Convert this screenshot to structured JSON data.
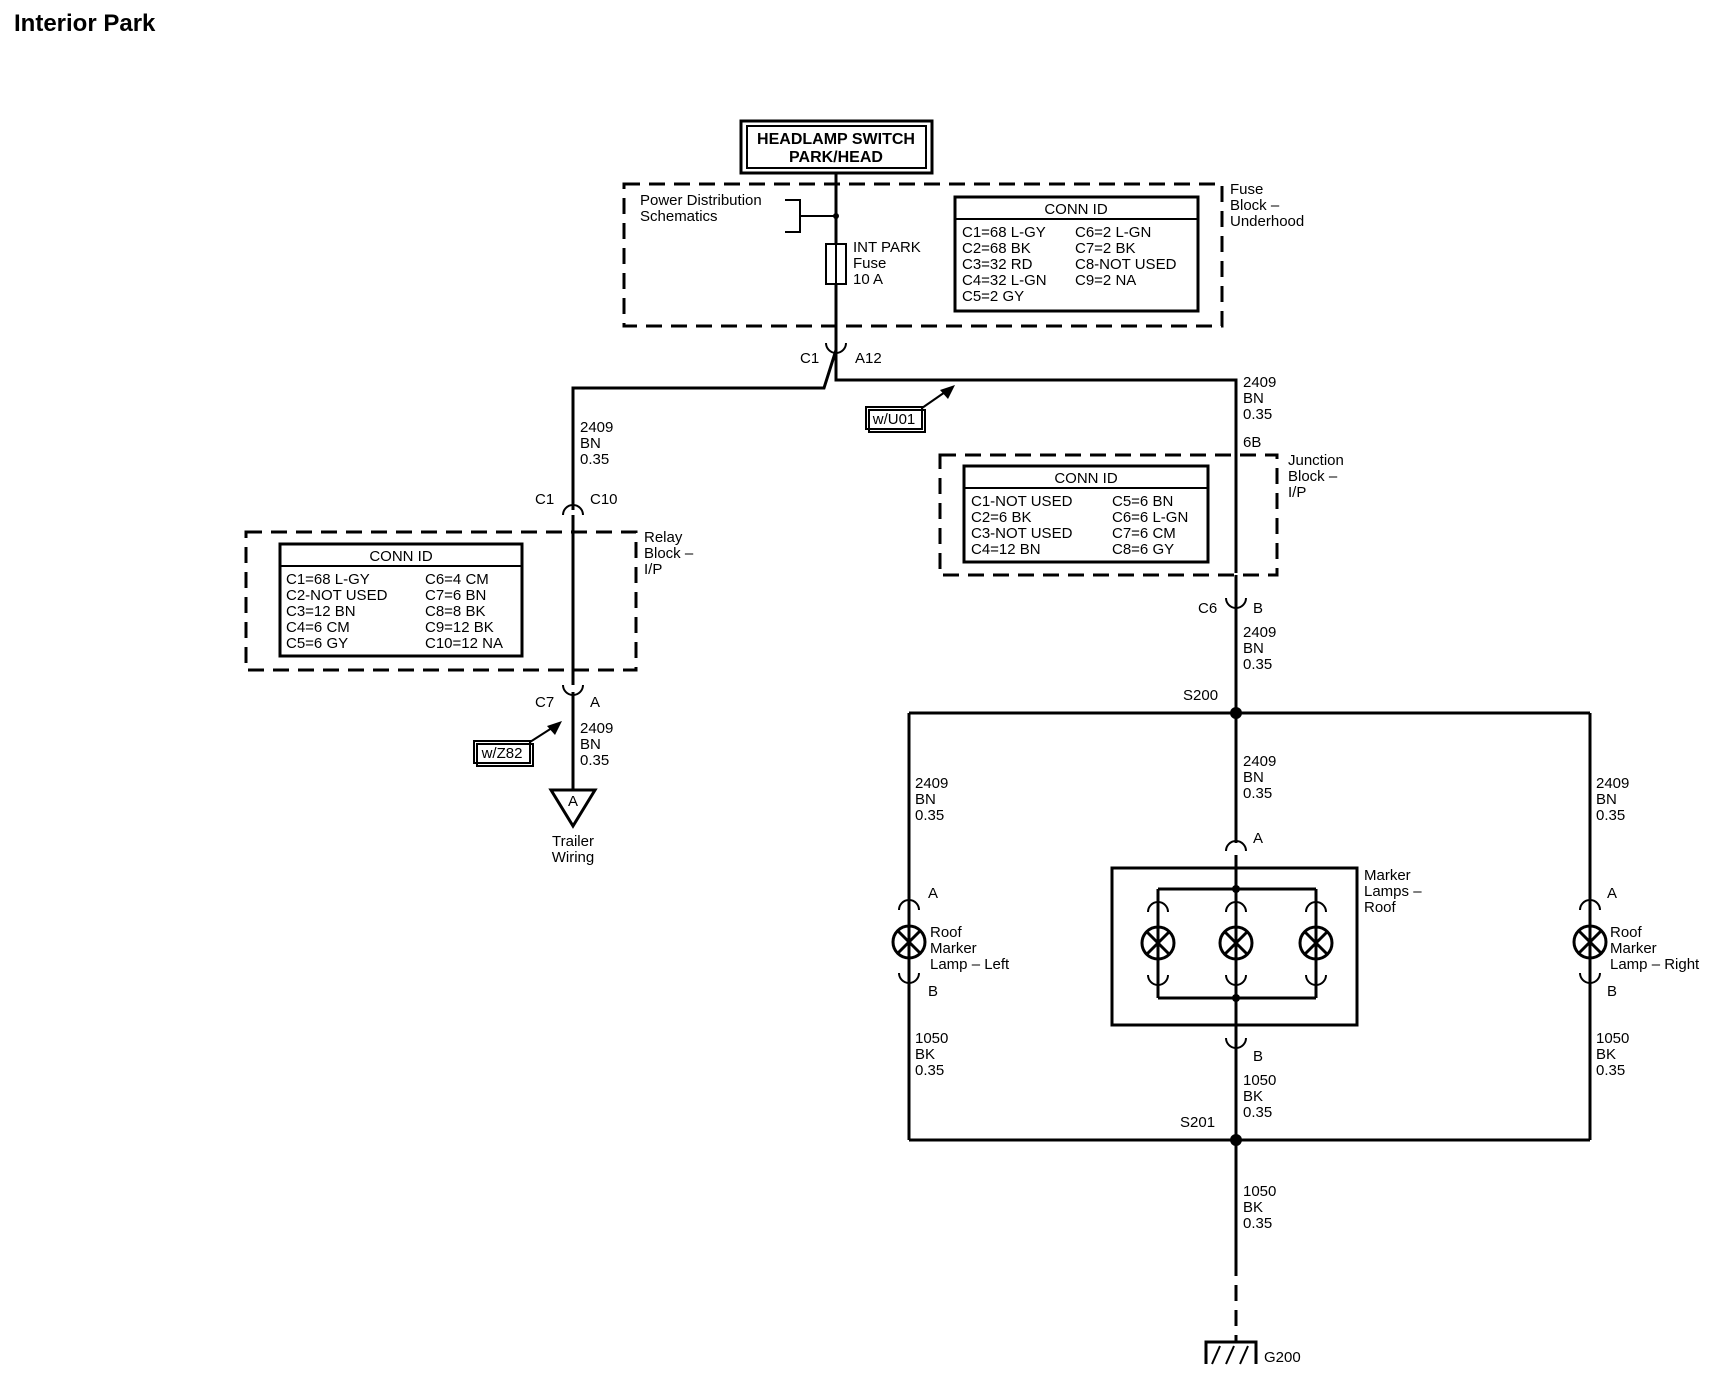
{
  "title": "Interior Park",
  "headlamp_switch": {
    "line1": "HEADLAMP SWITCH",
    "line2": "PARK/HEAD"
  },
  "fuse_block": {
    "label": [
      "Fuse",
      "Block –",
      "Underhood"
    ],
    "power_dist": [
      "Power Distribution",
      "Schematics"
    ],
    "fuse": [
      "INT PARK",
      "Fuse",
      "10 A"
    ],
    "conn_title": "CONN ID",
    "conn_left": [
      "C1=68 L-GY",
      "C2=68 BK",
      "C3=32 RD",
      "C4=32 L-GN",
      "C5=2 GY"
    ],
    "conn_right": [
      "C6=2 L-GN",
      "C7=2 BK",
      "C8-NOT USED",
      "C9=2 NA"
    ]
  },
  "relay_block": {
    "label": [
      "Relay",
      "Block –",
      "I/P"
    ],
    "conn_title": "CONN ID",
    "conn_left": [
      "C1=68 L-GY",
      "C2-NOT USED",
      "C3=12 BN",
      "C4=6 CM",
      "C5=6 GY"
    ],
    "conn_right": [
      "C6=4 CM",
      "C7=6 BN",
      "C8=8 BK",
      "C9=12 BK",
      "C10=12 NA"
    ]
  },
  "junction_block": {
    "label": [
      "Junction",
      "Block –",
      "I/P"
    ],
    "conn_title": "CONN ID",
    "conn_left": [
      "C1-NOT USED",
      "C2=6 BK",
      "C3-NOT USED",
      "C4=12 BN"
    ],
    "conn_right": [
      "C5=6 BN",
      "C6=6 L-GN",
      "C7=6 CM",
      "C8=6 GY"
    ]
  },
  "options": {
    "u01": "w/U01",
    "z82": "w/Z82"
  },
  "wire_bn": [
    "2409",
    "BN",
    "0.35"
  ],
  "wire_bk": [
    "1050",
    "BK",
    "0.35"
  ],
  "connectors": {
    "c1": "C1",
    "a12": "A12",
    "c10": "C10",
    "c7": "C7",
    "c6": "C6",
    "pin6b": "6B",
    "pin_a": "A",
    "pin_b": "B"
  },
  "splices": {
    "s200": "S200",
    "s201": "S201"
  },
  "ground": "G200",
  "trailer": {
    "symbol": "A",
    "label": [
      "Trailer",
      "Wiring"
    ]
  },
  "lamps": {
    "left": [
      "Roof",
      "Marker",
      "Lamp – Left"
    ],
    "right": [
      "Roof",
      "Marker",
      "Lamp – Right"
    ],
    "roof": [
      "Marker",
      "Lamps –",
      "Roof"
    ]
  }
}
